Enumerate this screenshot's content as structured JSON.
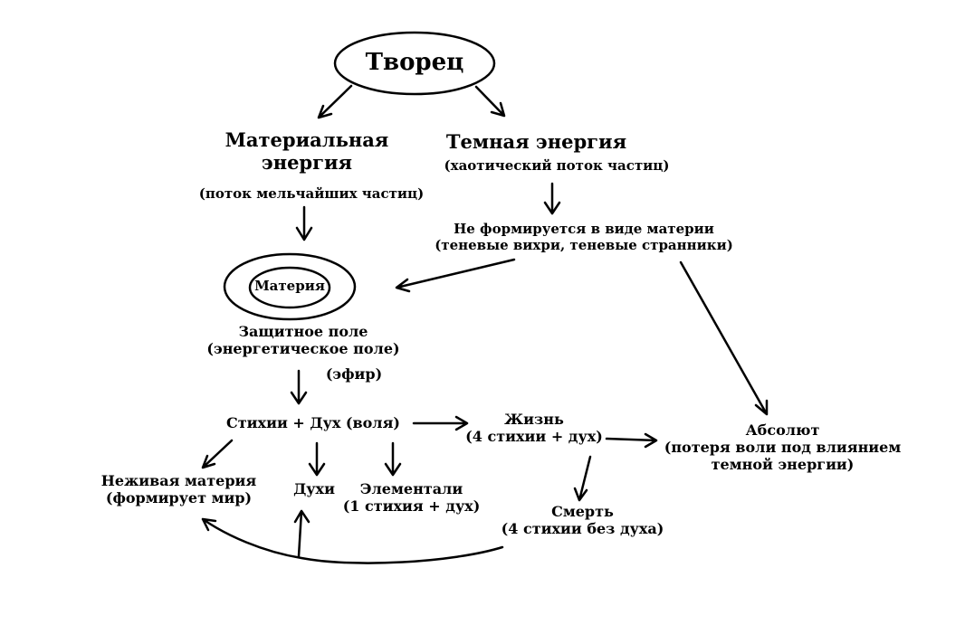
{
  "nodes": {
    "creator": {
      "title": "Творец"
    },
    "material_energy": {
      "title_line1": "Материальная",
      "title_line2": "энергия",
      "subtitle": "(поток мельчайших частиц)"
    },
    "dark_energy": {
      "title": "Темная энергия",
      "subtitle": "(хаотический поток частиц)"
    },
    "not_formed": {
      "line1": "Не формируется в виде материи",
      "line2": "(теневые вихри, теневые странники)"
    },
    "matter": {
      "title": "Материя"
    },
    "protective_field": {
      "line1": "Защитное поле",
      "line2": "(энергетическое поле)",
      "line3": "(эфир)"
    },
    "elements_spirit": {
      "title": "Стихии + Дух (воля)"
    },
    "life": {
      "line1": "Жизнь",
      "line2": "(4 стихии + дух)"
    },
    "absolute": {
      "line1": "Абсолют",
      "line2": "(потеря воли под влиянием",
      "line3": "темной энергии)"
    },
    "nonliving_matter": {
      "line1": "Неживая материя",
      "line2": "(формирует мир)"
    },
    "spirits": {
      "title": "Духи"
    },
    "elementals": {
      "line1": "Элементали",
      "line2": "(1 стихия + дух)"
    },
    "death": {
      "line1": "Смерть",
      "line2": "(4 стихии без духа)"
    }
  }
}
